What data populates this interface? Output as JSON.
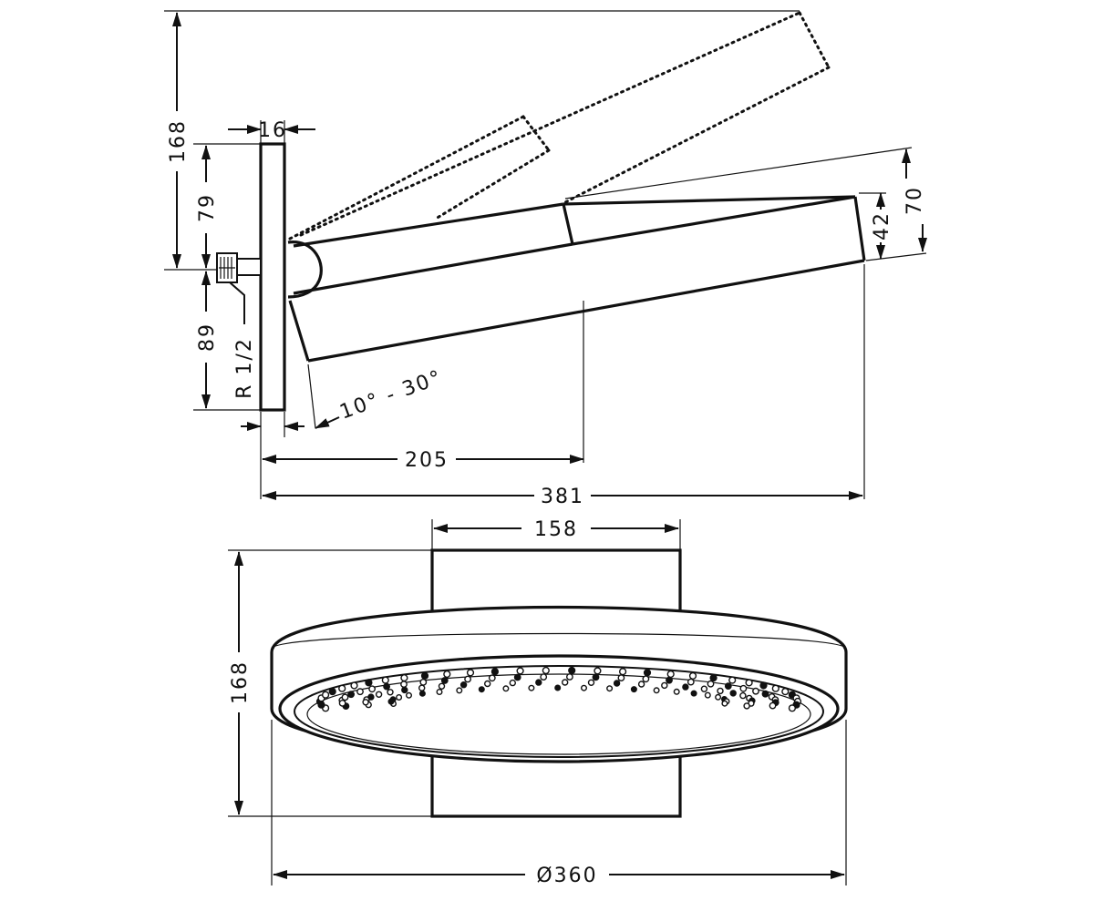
{
  "dimensions": {
    "side_total_height": "168",
    "plate_thickness": "16",
    "upper_height": "79",
    "lower_height": "89",
    "thread": "R 1/2",
    "tilt_angle": "10° - 30°",
    "arm_projection": "205",
    "total_projection": "381",
    "head_thickness": "42",
    "head_height": "70",
    "arm_width": "158",
    "front_height": "168",
    "head_diameter": "Ø360"
  },
  "colors": {
    "line": "#111111",
    "background": "#ffffff"
  }
}
